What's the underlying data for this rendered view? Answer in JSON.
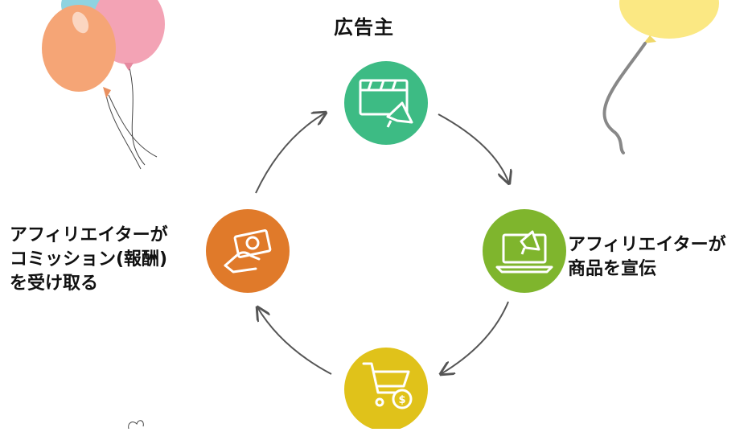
{
  "nodes": {
    "top": {
      "label": "広告主",
      "color": "#3dbb84",
      "icon": "video-megaphone-icon"
    },
    "right": {
      "label": "アフィリエイターが\n商品を宣伝",
      "color": "#7fb52d",
      "icon": "laptop-megaphone-icon"
    },
    "bottom": {
      "label": "",
      "color": "#e0c21a",
      "icon": "shopping-cart-dollar-icon"
    },
    "left": {
      "label": "アフィリエイターが\nコミッション(報酬)\nを受け取る",
      "color": "#e07a2a",
      "icon": "hand-money-icon"
    }
  },
  "decor": {
    "balloon_colors": [
      "#f5a576",
      "#f3a3b5",
      "#8fd3e0",
      "#fbe883"
    ]
  }
}
